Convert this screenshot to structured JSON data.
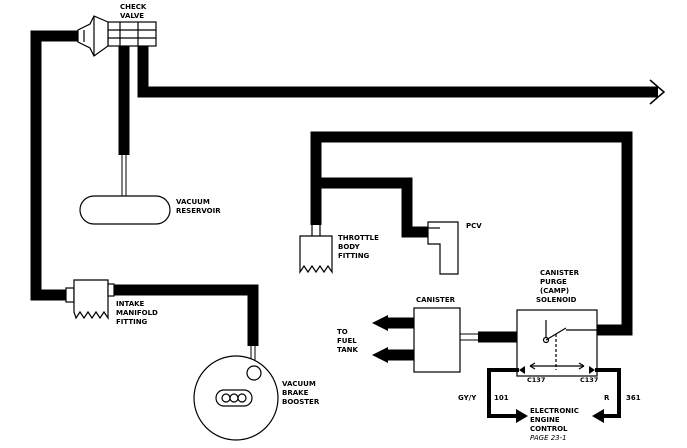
{
  "labels": {
    "check_valve": [
      "CHECK",
      "VALVE"
    ],
    "vacuum_reservoir": [
      "VACUUM",
      "RESERVOIR"
    ],
    "throttle_body": [
      "THROTTLE",
      "BODY",
      "FITTING"
    ],
    "pcv": "PCV",
    "intake_manifold": [
      "INTAKE",
      "MANIFOLD",
      "FITTING"
    ],
    "canister": "CANISTER",
    "camp_solenoid": [
      "CANISTER",
      "PURGE",
      "(CAMP)",
      "SOLENOID"
    ],
    "to_fuel_tank": [
      "TO",
      "FUEL",
      "TANK"
    ],
    "brake_booster": [
      "VACUUM",
      "BRAKE",
      "BOOSTER"
    ],
    "connector_left": "C137",
    "connector_right": "C137",
    "wire_left_color": "GY/Y",
    "wire_left_circuit": "101",
    "wire_right_color": "R",
    "wire_right_circuit": "361",
    "electronic_engine_control": [
      "ELECTRONIC",
      "ENGINE",
      "CONTROL"
    ],
    "page_ref": "PAGE 23-1"
  }
}
